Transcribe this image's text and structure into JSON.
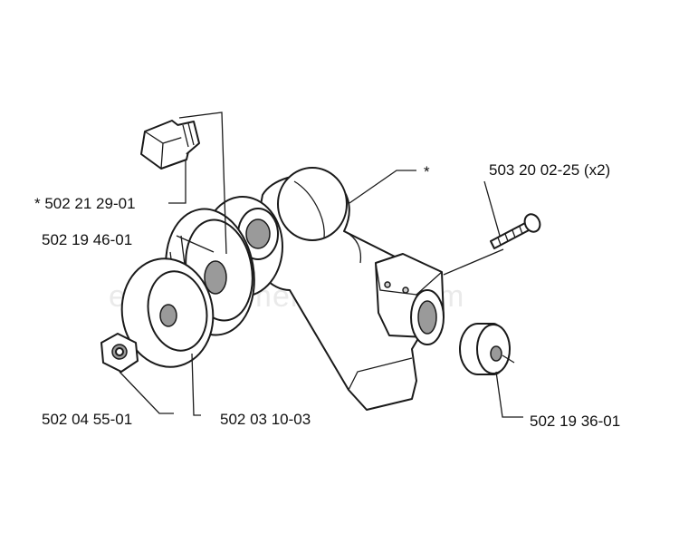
{
  "watermark": "eReplacementParts.com",
  "labels": {
    "plug": "*  502 21 29-01",
    "flange": "502 19 46-01",
    "nut": "502 04 55-01",
    "cup": "502 03 10-03",
    "housing_asterisk": "*",
    "screw": "503 20 02-25 (x2)",
    "washer": "502 19 36-01"
  }
}
